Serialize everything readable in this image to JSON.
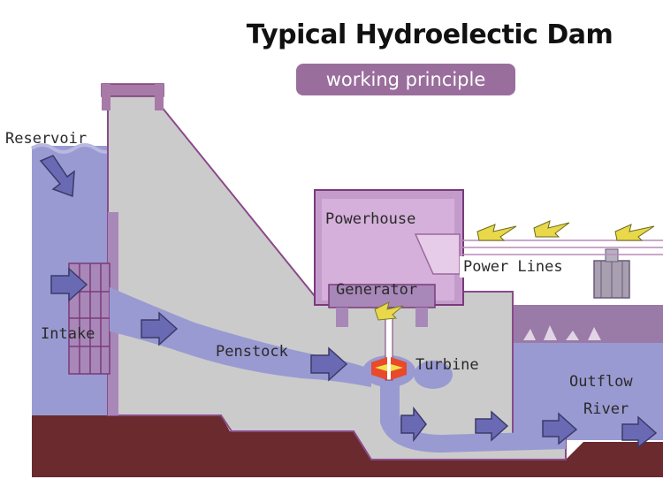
{
  "title": "Typical Hydroelectic Dam",
  "subtitle": "working principle",
  "labels": {
    "reservoir": "Reservoir",
    "intake": "Intake",
    "penstock": "Penstock",
    "powerhouse": "Powerhouse",
    "generator": "Generator",
    "turbine": "Turbine",
    "power_lines": "Power Lines",
    "outflow": "Outflow",
    "river": "River"
  },
  "colors": {
    "water": "#9a9ad2",
    "dam": "#cbcbcb",
    "ground": "#6a2a2e",
    "outline": "#7a3a7a",
    "powerhouse": "#c49ccc",
    "arrow": "#6a6ab4",
    "lightning": "#e8d84a"
  }
}
